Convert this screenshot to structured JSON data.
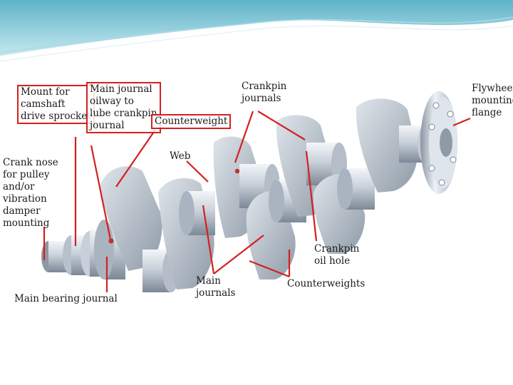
{
  "diagram": {
    "labels": {
      "mount_camshaft": "Mount for\ncamshaft\ndrive sprocket",
      "main_journal_oilway": "Main journal\noilway to\nlube crankpin\njournal",
      "counterweight": "Counterweight",
      "crankpin_journals": "Crankpin\njournals",
      "flywheel_flange": "Flywheel\nmounting\nflange",
      "crank_nose": "Crank nose\nfor pulley\nand/or\nvibration\ndamper\nmounting",
      "web": "Web",
      "main_bearing_journal": "Main bearing journal",
      "main_journals": "Main\njournals",
      "crankpin_oil_hole": "Crankpin\noil hole",
      "counterweights": "Counterweights"
    },
    "colors": {
      "leader_line": "#d42020",
      "metal_light": "#e4e9ef",
      "metal_mid": "#aeb8c4",
      "metal_dark": "#6f7b89",
      "header_teal": "#7fc6d6"
    }
  }
}
